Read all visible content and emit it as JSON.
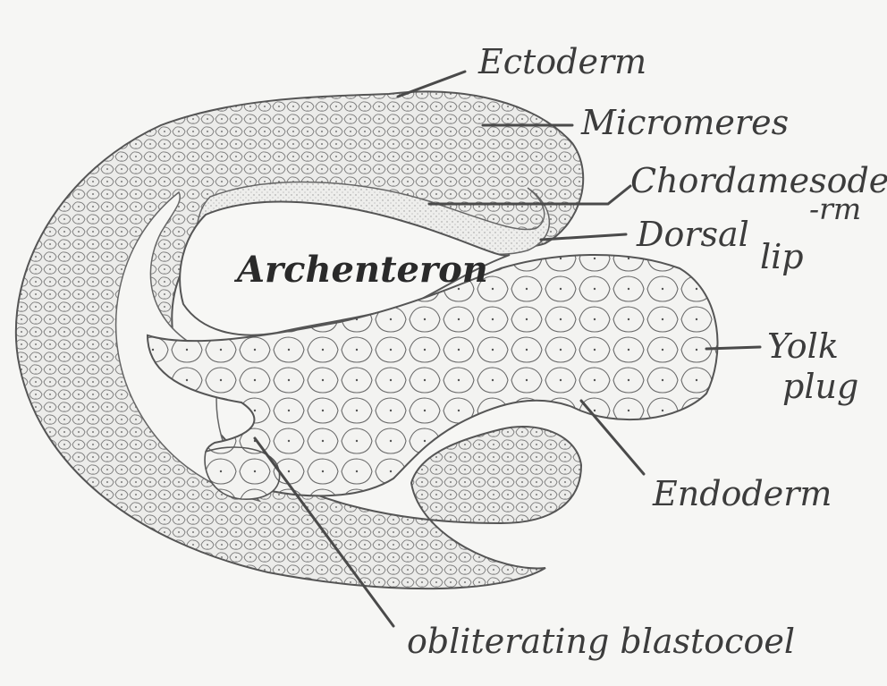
{
  "labels": {
    "ectoderm": "Ectoderm",
    "micromeres": "Micromeres",
    "chordamesoderm_line1": "Chordamesode",
    "chordamesoderm_line2": "-rm",
    "dorsal_lip_line1": "Dorsal",
    "dorsal_lip_line2": "lip",
    "archenteron": "Archenteron",
    "yolk_plug_line1": "Yolk",
    "yolk_plug_line2": "plug",
    "endoderm": "Endoderm",
    "obliterating_blastocoel": "obliterating blastocoel"
  },
  "colors": {
    "paper": "#f6f6f4",
    "pencil": "#4a4a4a",
    "fill_light": "#ebebe8",
    "fill_dark": "#dcdcd8"
  }
}
